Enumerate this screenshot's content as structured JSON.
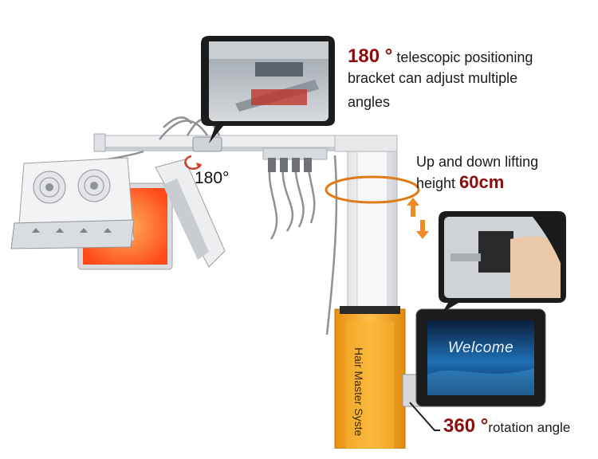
{
  "annotations": {
    "bracket": {
      "highlight": "180 °",
      "text_line1": " telescopic positioning",
      "text_line2": "bracket can adjust multiple",
      "text_line3": "angles"
    },
    "arm_rotation": "180°",
    "lifting": {
      "line1": "Up and down lifting",
      "line2_prefix": "height ",
      "line2_highlight": "60cm"
    },
    "rotation": {
      "highlight": "360 °",
      "text": "rotation angle"
    }
  },
  "screen": {
    "welcome_text": "Welcome"
  },
  "column_label": "Hair Master Syste",
  "colors": {
    "accent": "#8b0d0d",
    "column_orange": "#f3a51c",
    "screen_blue": "#1f6fb5",
    "panel_red": "#ff5a1f",
    "frame": "#e9eaec"
  }
}
